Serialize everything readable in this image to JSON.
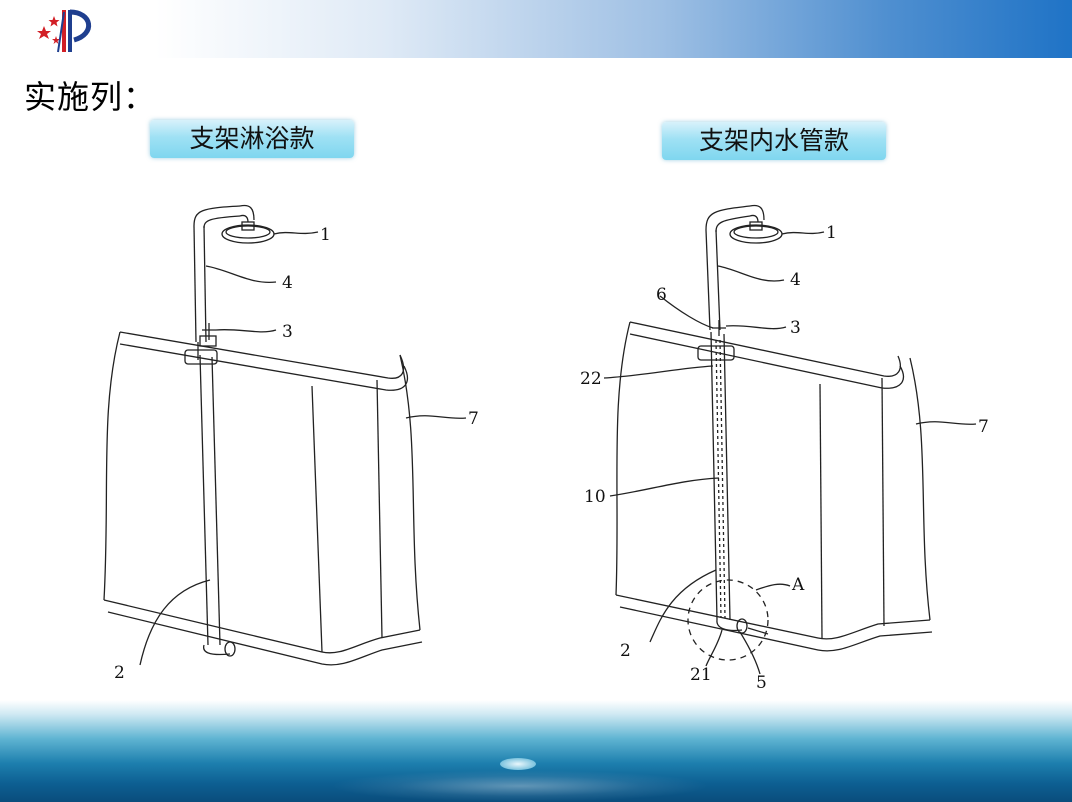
{
  "page": {
    "title": "实施列："
  },
  "labels": {
    "left": "支架淋浴款",
    "right": "支架内水管款"
  },
  "figure_left": {
    "callouts": {
      "n1": "1",
      "n2": "2",
      "n3": "3",
      "n4": "4",
      "n7": "7"
    }
  },
  "figure_right": {
    "callouts": {
      "n1": "1",
      "n2": "2",
      "n3": "3",
      "n4": "4",
      "n5": "5",
      "n6": "6",
      "n7": "7",
      "n10": "10",
      "n21": "21",
      "n22": "22",
      "nA": "A"
    }
  },
  "colors": {
    "logo_red": "#d21f26",
    "logo_blue": "#1f3f8f",
    "header_blue": "#1f73c6"
  }
}
